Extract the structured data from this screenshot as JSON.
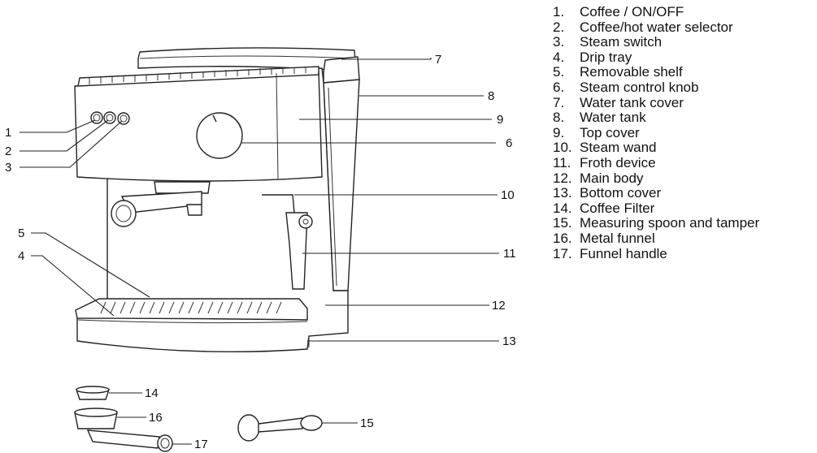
{
  "legend": [
    {
      "num": "1.",
      "label": "Coffee / ON/OFF"
    },
    {
      "num": "2.",
      "label": "Coffee/hot water selector"
    },
    {
      "num": "3.",
      "label": "Steam switch"
    },
    {
      "num": "4.",
      "label": "Drip tray"
    },
    {
      "num": "5.",
      "label": "Removable shelf"
    },
    {
      "num": "6.",
      "label": "Steam control knob"
    },
    {
      "num": "7.",
      "label": "Water tank cover"
    },
    {
      "num": "8.",
      "label": "Water tank"
    },
    {
      "num": "9.",
      "label": "Top cover"
    },
    {
      "num": "10.",
      "label": "Steam wand"
    },
    {
      "num": "11.",
      "label": "Froth device"
    },
    {
      "num": "12.",
      "label": "Main body"
    },
    {
      "num": "13.",
      "label": "Bottom cover"
    },
    {
      "num": "14.",
      "label": "Coffee Filter"
    },
    {
      "num": "15.",
      "label": "Measuring spoon and tamper"
    },
    {
      "num": "16.",
      "label": "Metal funnel"
    },
    {
      "num": "17.",
      "label": "Funnel handle"
    }
  ],
  "callouts": {
    "c1": "1",
    "c2": "2",
    "c3": "3",
    "c4": "4",
    "c5": "5",
    "c6": "6",
    "c7": "7",
    "c8": "8",
    "c9": "9",
    "c10": "10",
    "c11": "11",
    "c12": "12",
    "c13": "13",
    "c14": "14",
    "c15": "15",
    "c16": "16",
    "c17": "17"
  }
}
